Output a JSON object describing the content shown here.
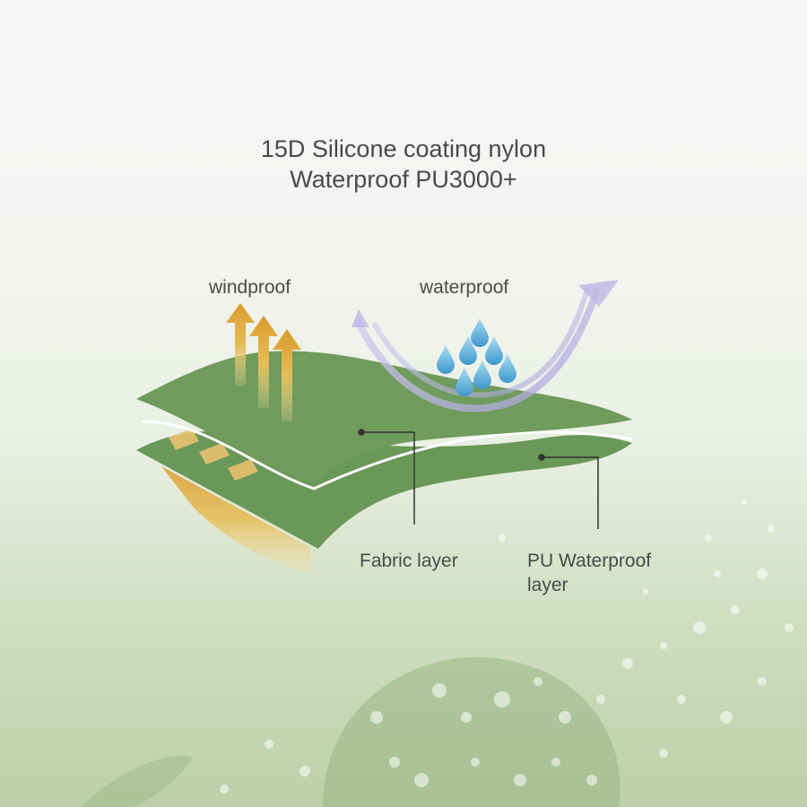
{
  "title": {
    "line1": "15D Silicone coating nylon",
    "line2": "Waterproof PU3000+"
  },
  "features": {
    "windproof": "windproof",
    "waterproof": "waterproof"
  },
  "layers": {
    "fabric": "Fabric layer",
    "pu_line1": "PU Waterproof",
    "pu_line2": "layer"
  },
  "colors": {
    "fabric_green": "#6f9b5c",
    "wind_gold": "#e1b347",
    "water_blue": "#5fb0d8",
    "flow_lavender": "#bdb6e4"
  }
}
